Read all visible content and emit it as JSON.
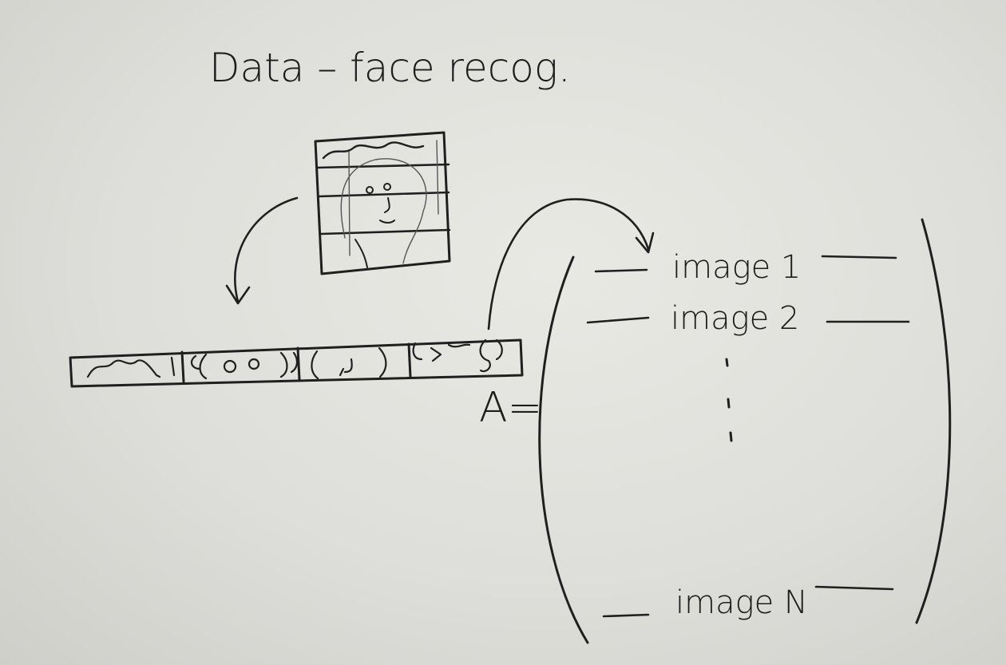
{
  "title": "Data – face recog.",
  "matrix": {
    "symbol": "A=",
    "rows": [
      "image 1",
      "image 2",
      "image N"
    ]
  }
}
